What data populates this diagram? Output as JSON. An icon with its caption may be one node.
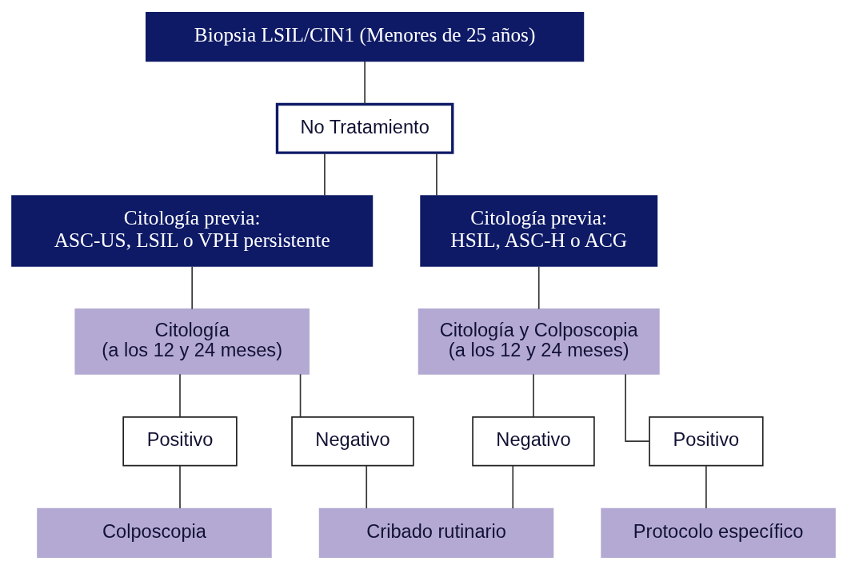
{
  "diagram": {
    "nodes": [
      {
        "text": [
          "Biopsia LSIL/CIN1 (Menores de 25 años)"
        ]
      },
      {
        "text": [
          "No Tratamiento"
        ]
      },
      {
        "text": [
          "Citología previa:",
          "ASC-US, LSIL o VPH persistente"
        ]
      },
      {
        "text": [
          "Citología previa:",
          "HSIL, ASC-H o ACG"
        ]
      },
      {
        "text": [
          "Citología",
          "(a los 12 y 24 meses)"
        ]
      },
      {
        "text": [
          "Citología y Colposcopia",
          "(a los 12 y 24 meses)"
        ]
      },
      {
        "text": [
          "Positivo"
        ]
      },
      {
        "text": [
          "Negativo"
        ]
      },
      {
        "text": [
          "Negativo"
        ]
      },
      {
        "text": [
          "Positivo"
        ]
      },
      {
        "text": [
          "Colposcopia"
        ]
      },
      {
        "text": [
          "Cribado rutinario"
        ]
      },
      {
        "text": [
          "Protocolo específico"
        ]
      }
    ],
    "edges": [
      {
        "from": 0,
        "to": 1,
        "arrow": "none"
      },
      {
        "from": 1,
        "to": 2,
        "arrow": "none"
      },
      {
        "from": 1,
        "to": 3,
        "arrow": "none"
      },
      {
        "from": 2,
        "to": 4,
        "arrow": "none"
      },
      {
        "from": 3,
        "to": 5,
        "arrow": "none"
      },
      {
        "from": 4,
        "to": 6,
        "arrow": "none"
      },
      {
        "from": 4,
        "to": 7,
        "arrow": "none"
      },
      {
        "from": 5,
        "to": 8,
        "arrow": "none"
      },
      {
        "from": 5,
        "to": 9,
        "arrow": "none"
      },
      {
        "from": 6,
        "to": 10,
        "arrow": "none"
      },
      {
        "from": 7,
        "to": 11,
        "arrow": "none"
      },
      {
        "from": 8,
        "to": 11,
        "arrow": "none"
      },
      {
        "from": 9,
        "to": 12,
        "arrow": "none"
      }
    ]
  }
}
